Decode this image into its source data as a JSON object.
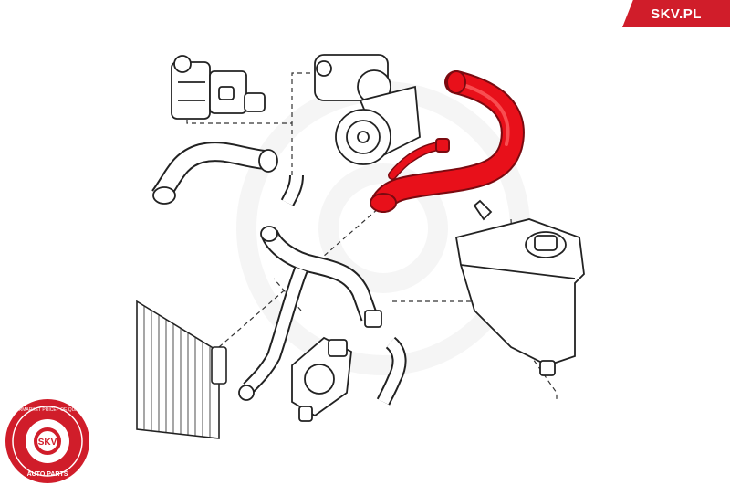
{
  "brand": {
    "site_label": "SKV.PL"
  },
  "seal": {
    "top_text": "AFTERMARKET PRICE · OE QUALITY",
    "center_text": "SKV",
    "bottom_text": "AUTO PARTS"
  },
  "colors": {
    "accent": "#d01d2a",
    "highlight_hose": "#e8101a",
    "line_art": "#222222",
    "watermark": "#eeeeee"
  }
}
